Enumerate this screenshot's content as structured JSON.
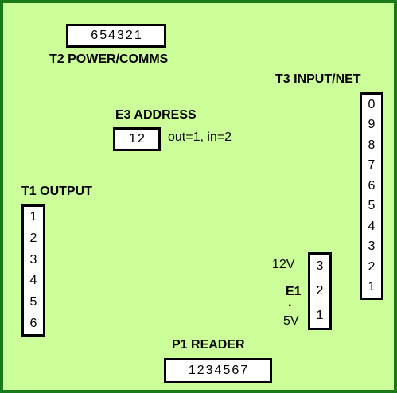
{
  "colors": {
    "board_fill": "#ccff99",
    "board_border": "#1a7a1a",
    "connector_fill": "#ffffff",
    "connector_border": "#000000"
  },
  "t2": {
    "label": "T2 POWER/COMMS",
    "pins": [
      "6",
      "5",
      "4",
      "3",
      "2",
      "1"
    ]
  },
  "t3": {
    "label": "T3 INPUT/NET",
    "pins": [
      "0",
      "9",
      "8",
      "7",
      "6",
      "5",
      "4",
      "3",
      "2",
      "1"
    ]
  },
  "e3": {
    "label": "E3 ADDRESS",
    "pins": [
      "1",
      "2"
    ],
    "note": "out=1, in=2"
  },
  "t1": {
    "label": "T1 OUTPUT",
    "pins": [
      "1",
      "2",
      "3",
      "4",
      "5",
      "6"
    ]
  },
  "e1": {
    "label": "E1",
    "pins": [
      "3",
      "2",
      "1"
    ],
    "top_label": "12V",
    "dot": ".",
    "bottom_label": "5V"
  },
  "p1": {
    "label": "P1 READER",
    "pins": [
      "1",
      "2",
      "3",
      "4",
      "5",
      "6",
      "7"
    ]
  }
}
